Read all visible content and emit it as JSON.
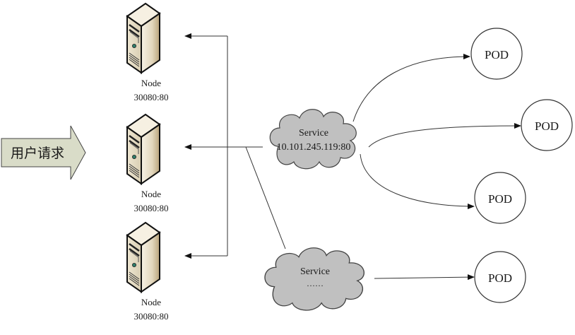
{
  "diagram": {
    "request": {
      "label": "用户请求"
    },
    "nodes": [
      {
        "name": "Node",
        "port": "30080:80"
      },
      {
        "name": "Node",
        "port": "30080:80"
      },
      {
        "name": "Node",
        "port": "30080:80"
      }
    ],
    "services": [
      {
        "name": "Service",
        "address": "10.101.245.119:80"
      },
      {
        "name": "Service",
        "address": "……"
      }
    ],
    "pods": [
      {
        "label": "POD"
      },
      {
        "label": "POD"
      },
      {
        "label": "POD"
      },
      {
        "label": "POD"
      }
    ],
    "colors": {
      "request_fill": "#d9dcc8",
      "cloud_fill": "#c0c0c0",
      "server_body": "#f2ead8",
      "server_side": "#b9a47a",
      "line": "#333333"
    }
  }
}
